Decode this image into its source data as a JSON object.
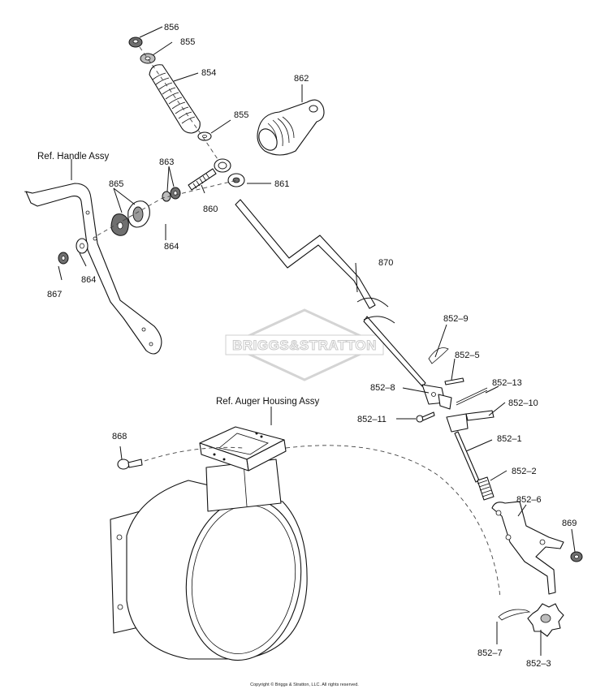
{
  "watermark": "BRIGGS&STRATTON",
  "copyright": "Copyright © Briggs & Stratton, LLC. All rights reserved.",
  "references": {
    "handle": "Ref. Handle Assy",
    "auger": "Ref. Auger Housing Assy"
  },
  "labels": {
    "l856": "856",
    "l855a": "855",
    "l854": "854",
    "l862": "862",
    "l855b": "855",
    "l863": "863",
    "l865": "865",
    "l861": "861",
    "l860": "860",
    "l864a": "864",
    "l867": "867",
    "l864b": "864",
    "l870": "870",
    "l852_9": "852–9",
    "l852_5": "852–5",
    "l852_8": "852–8",
    "l852_13": "852–13",
    "l852_10": "852–10",
    "l852_11": "852–11",
    "l852_1": "852–1",
    "l868": "868",
    "l852_2": "852–2",
    "l852_6": "852–6",
    "l869": "869",
    "l852_7": "852–7",
    "l852_3": "852–3"
  }
}
